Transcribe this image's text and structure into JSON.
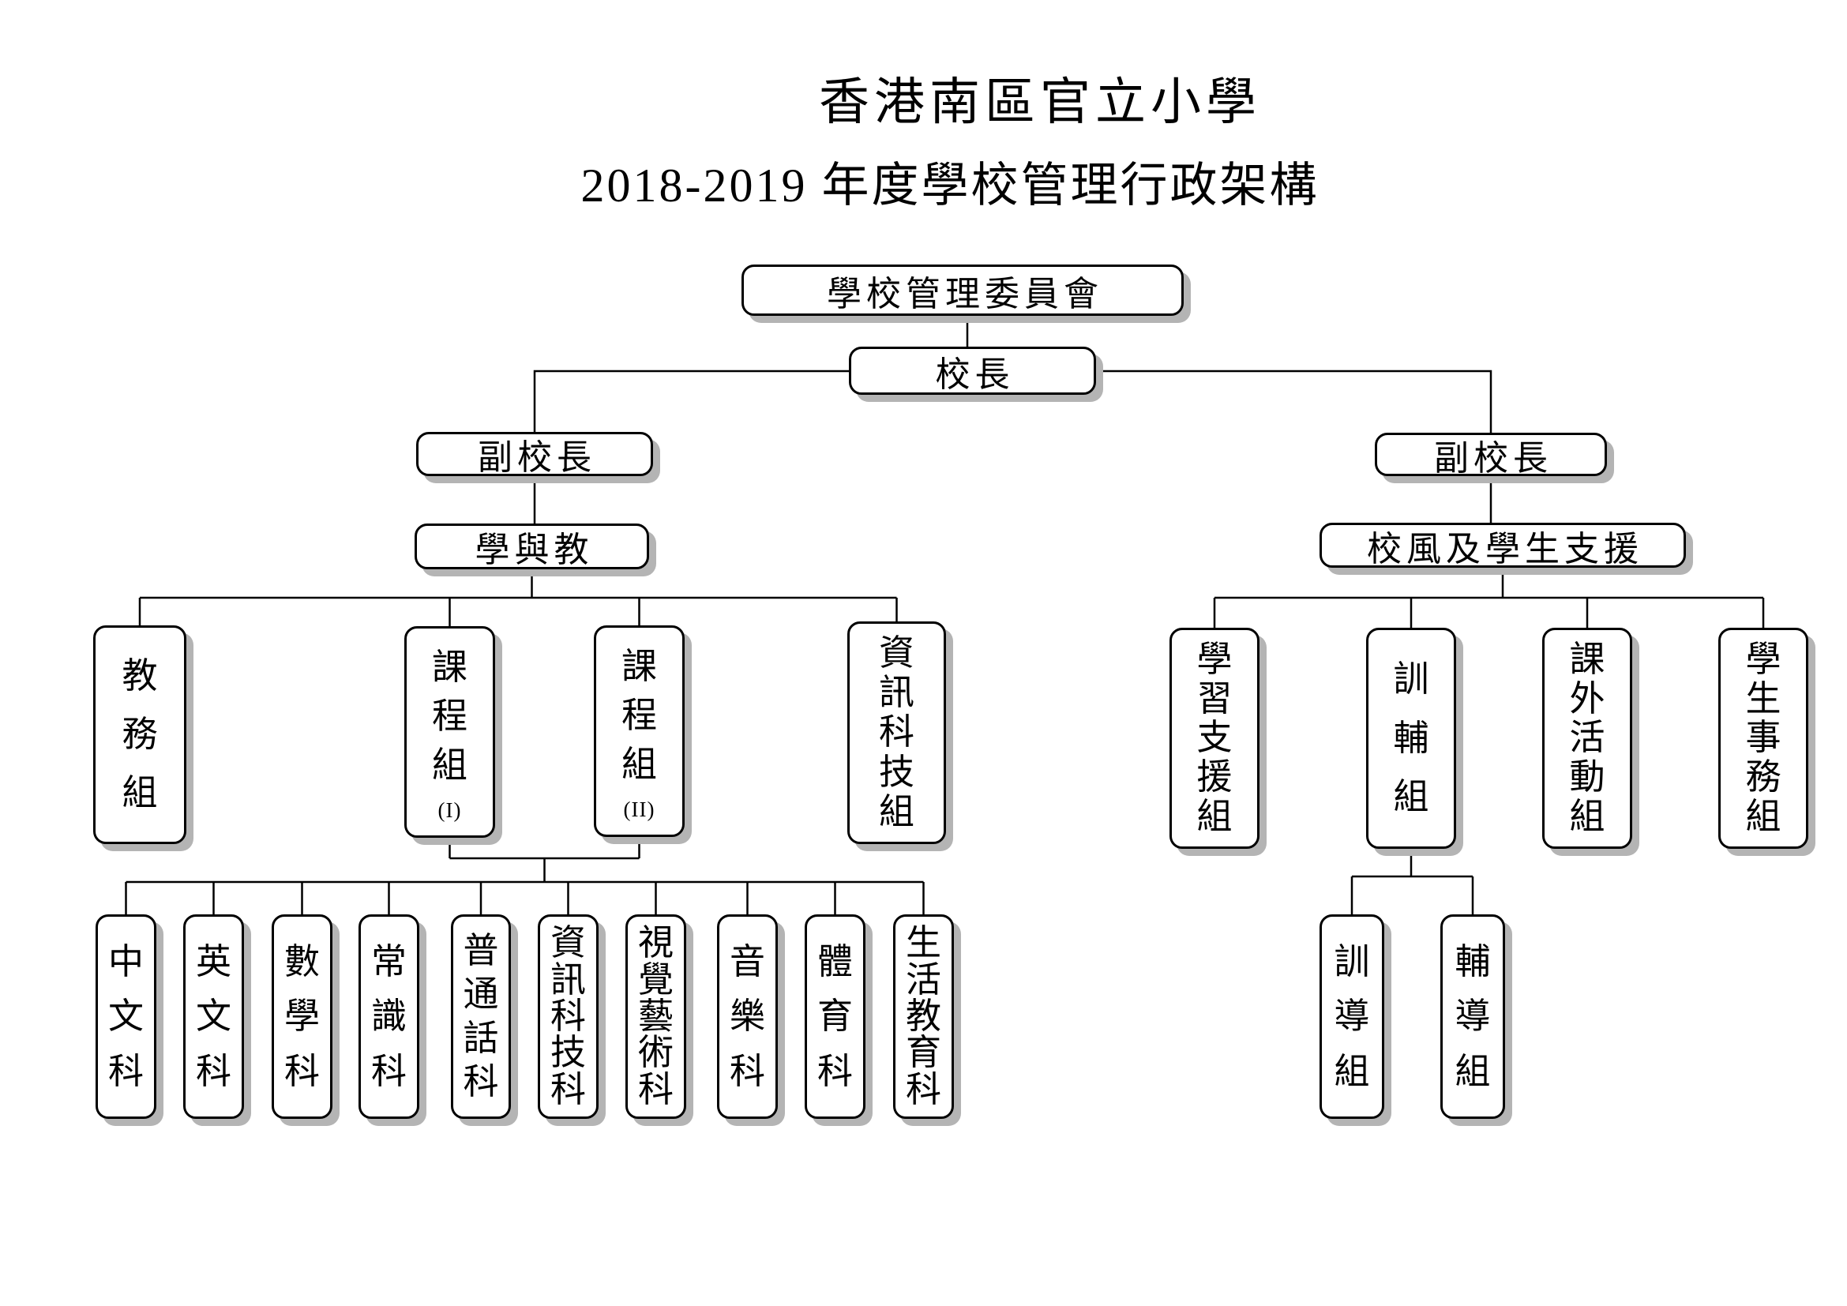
{
  "title": "香港南區官立小學",
  "subtitle": "2018-2019 年度學校管理行政架構",
  "org": {
    "root": {
      "label": "學校管理委員會"
    },
    "principal": {
      "label": "校長"
    },
    "left": {
      "vp": {
        "label": "副校長"
      },
      "domain": {
        "label": "學與教"
      },
      "groups": [
        {
          "label": "教務組"
        },
        {
          "label": "課程組",
          "suffix": "(I)"
        },
        {
          "label": "課程組",
          "suffix": "(II)"
        },
        {
          "label": "資訊科技組"
        }
      ],
      "subjects": [
        {
          "label": "中文科"
        },
        {
          "label": "英文科"
        },
        {
          "label": "數學科"
        },
        {
          "label": "常識科"
        },
        {
          "label": "普通話科"
        },
        {
          "label": "資訊科技科"
        },
        {
          "label": "視覺藝術科"
        },
        {
          "label": "音樂科"
        },
        {
          "label": "體育科"
        },
        {
          "label": "生活教育科"
        }
      ]
    },
    "right": {
      "vp": {
        "label": "副校長"
      },
      "domain": {
        "label": "校風及學生支援"
      },
      "groups": [
        {
          "label": "學習支援組"
        },
        {
          "label": "訓輔組"
        },
        {
          "label": "課外活動組"
        },
        {
          "label": "學生事務組"
        }
      ],
      "discipline_children": [
        {
          "label": "訓導組"
        },
        {
          "label": "輔導組"
        }
      ]
    }
  }
}
